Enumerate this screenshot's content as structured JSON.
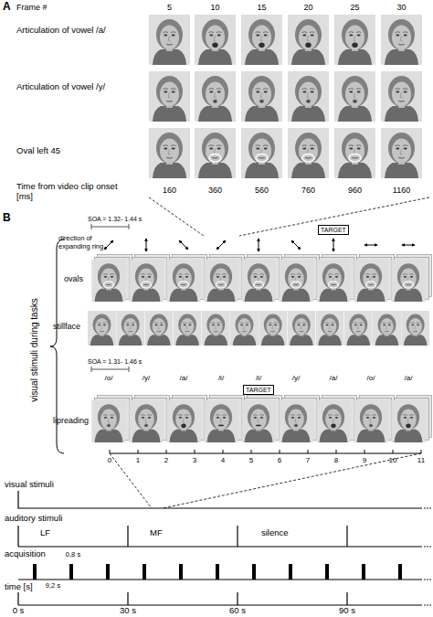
{
  "diagram": {
    "nodes": [
      {
        "text": [
          "TARGET"
        ]
      },
      {
        "text": [
          "TARGET"
        ]
      }
    ],
    "labels": [
      "A",
      "Frame #",
      "5",
      "10",
      "15",
      "20",
      "25",
      "30",
      "Articulation of vowel /a/",
      "Articulation of vowel /y/",
      "Oval left 45",
      "Time from video clip onset [ms]",
      "160",
      "360",
      "560",
      "760",
      "960",
      "1160",
      "B",
      "direction of expanding ring",
      "SOA = 1.32- 1.44 s",
      "ovals",
      "stillface",
      "SOA = 1.31- 1.46 s",
      "/o/",
      "/y/",
      "/a/",
      "/i/",
      "/i/",
      "/y/",
      "/a/",
      "/o/",
      "/a/",
      "lipreading",
      "0",
      "1",
      "2",
      "3",
      "4",
      "5",
      "6",
      "7",
      "8",
      "9",
      "10",
      "11",
      "visual stimuli during tasks",
      "visual stimuli",
      "auditory stimuli",
      "LF",
      "MF",
      "silence",
      "acquisition",
      "0,8 s",
      "9,2 s",
      "time [s]",
      "0 s",
      "30 s",
      "60 s",
      "90 s"
    ]
  }
}
